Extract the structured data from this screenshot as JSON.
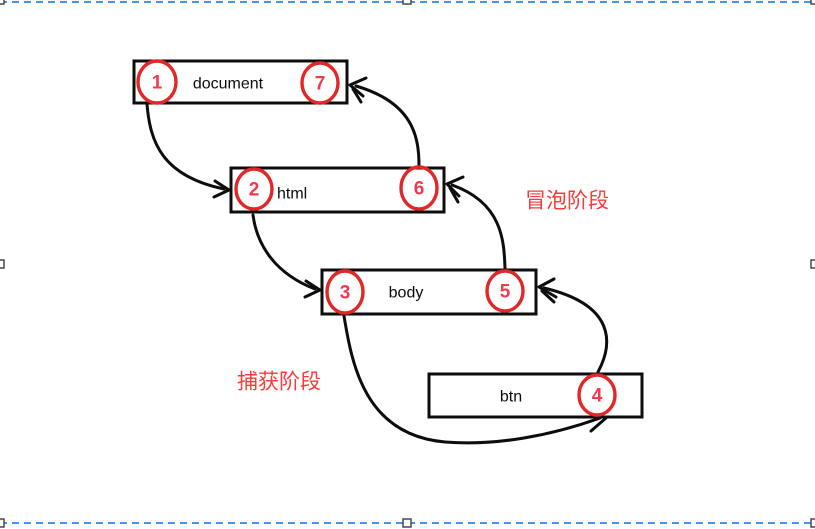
{
  "diagram": {
    "boxes": [
      {
        "label": "document",
        "left_num": "1",
        "right_num": "7"
      },
      {
        "label": "html",
        "left_num": "2",
        "right_num": "6"
      },
      {
        "label": "body",
        "left_num": "3",
        "right_num": "5"
      },
      {
        "label": "btn",
        "right_num": "4"
      }
    ],
    "labels": {
      "bubble_phase": "冒泡阶段",
      "capture_phase": "捕获阶段"
    }
  },
  "colors": {
    "line": "#0d0d0d",
    "circle_stroke": "#e12727",
    "number": "#ef3a50",
    "phase_text": "#fb3a3a",
    "selection": "#4695e8",
    "handle_border": "#4a4a4a"
  }
}
